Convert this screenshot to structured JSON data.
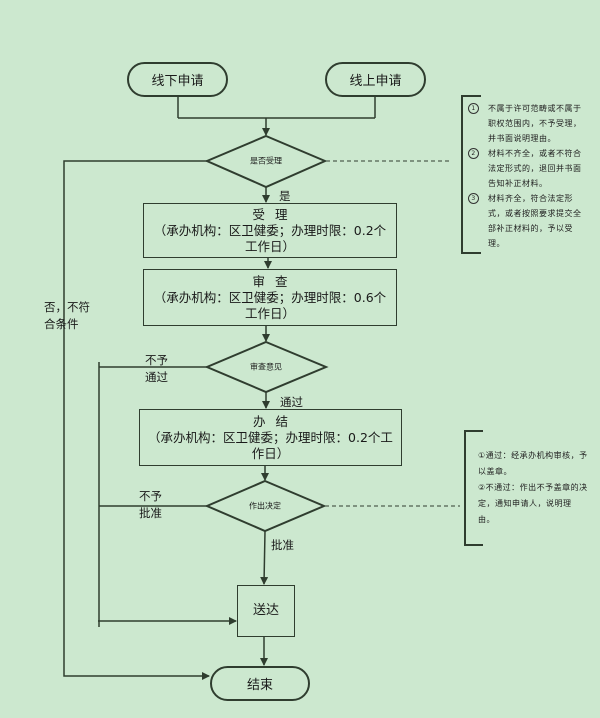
{
  "start_nodes": {
    "offline": "线下申请",
    "online": "线上申请"
  },
  "decisions": {
    "accept": "是否受理",
    "review_opinion": "审查意见",
    "decide": "作出决定"
  },
  "steps": {
    "accept": {
      "title": "受理",
      "detail": "（承办机构：区卫健委；办理时限：0.2个工作日）"
    },
    "review": {
      "title": "审查",
      "detail": "（承办机构：区卫健委；办理时限：0.6个工作日）"
    },
    "complete": {
      "title": "办结",
      "detail": "（承办机构：区卫健委；办理时限：0.2个工作日）"
    },
    "deliver": "送达",
    "end": "结束"
  },
  "edge_labels": {
    "yes": "是",
    "no_not_qualified": "否，不符合条件",
    "not_passed": "不予通过",
    "passed": "通过",
    "not_approved": "不予批准",
    "approved": "批准"
  },
  "notes": {
    "accept_notes": [
      {
        "num": "1",
        "text": "不属于许可范畴或不属于职权范围内，不予受理，并书面说明理由。"
      },
      {
        "num": "2",
        "text": "材料不齐全，或者不符合法定形式的，退回并书面告知补正材料。"
      },
      {
        "num": "3",
        "text": "材料齐全，符合法定形式，或者按照要求提交全部补正材料的，予以受理。"
      }
    ],
    "decision_notes": [
      "①通过：经承办机构审核，予以盖章。",
      "②不通过：作出不予盖章的决定，通知申请人，说明理由。"
    ]
  },
  "colors": {
    "background": "#cce8cf",
    "line": "#2f3d2f"
  }
}
